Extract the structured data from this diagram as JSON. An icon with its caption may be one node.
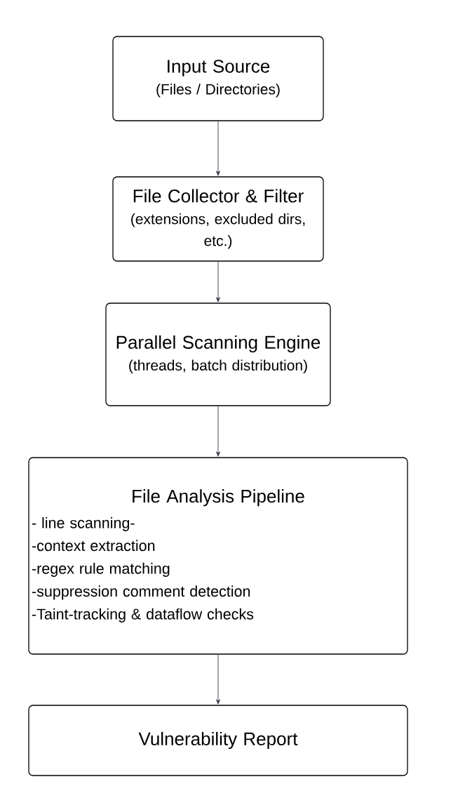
{
  "diagram": {
    "nodes": [
      {
        "text": [
          "Input Source",
          "(Files / Directories)"
        ]
      },
      {
        "text": [
          "File Collector & Filter",
          "(extensions, excluded dirs, etc.)"
        ]
      },
      {
        "text": [
          "Parallel Scanning Engine",
          "(threads, batch distribution)"
        ]
      },
      {
        "text": [
          "File Analysis Pipeline",
          "- line scanning-",
          "-context extraction",
          "-regex rule matching",
          "-suppression comment detection",
          "-Taint-tracking & dataflow checks"
        ]
      },
      {
        "text": [
          "Vulnerability Report"
        ]
      }
    ],
    "edges": [
      {
        "from": 0,
        "to": 1,
        "arrow": "to"
      },
      {
        "from": 1,
        "to": 2,
        "arrow": "to"
      },
      {
        "from": 2,
        "to": 3,
        "arrow": "to"
      },
      {
        "from": 3,
        "to": 4,
        "arrow": "to"
      }
    ]
  }
}
